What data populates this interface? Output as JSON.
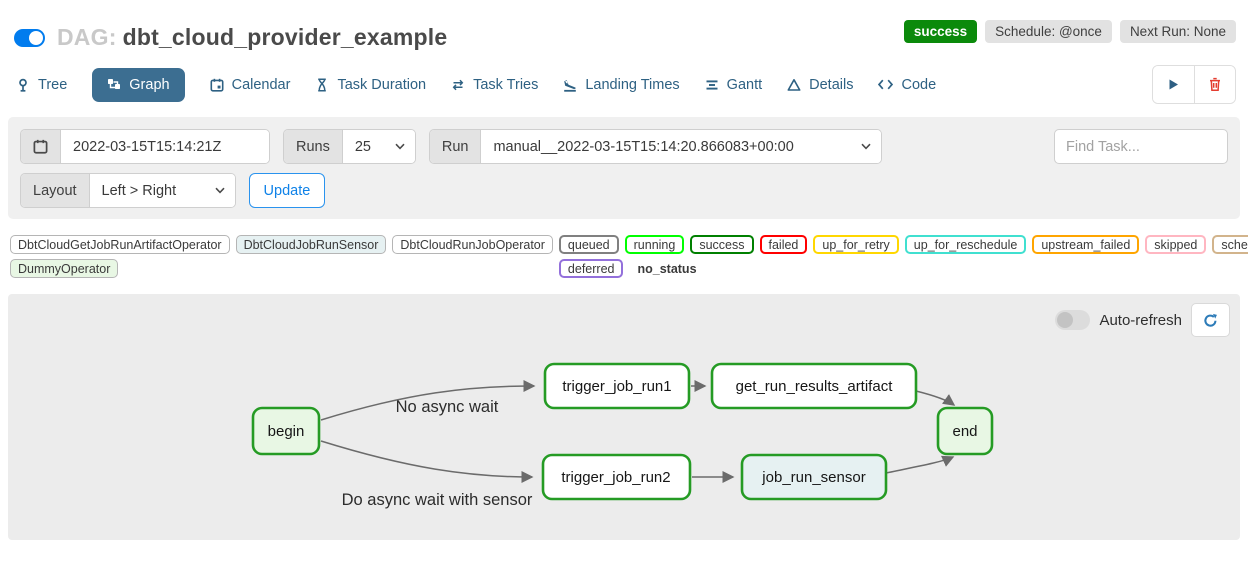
{
  "header": {
    "dag_prefix": "DAG:",
    "dag_title": "dbt_cloud_provider_example",
    "status_badge": "success",
    "schedule_badge": "Schedule: @once",
    "next_run_badge": "Next Run: None"
  },
  "tabs": [
    {
      "label": "Tree",
      "icon": "tree-icon",
      "active": false
    },
    {
      "label": "Graph",
      "icon": "graph-icon",
      "active": true
    },
    {
      "label": "Calendar",
      "icon": "calendar-icon",
      "active": false
    },
    {
      "label": "Task Duration",
      "icon": "hourglass-icon",
      "active": false
    },
    {
      "label": "Task Tries",
      "icon": "repeat-icon",
      "active": false
    },
    {
      "label": "Landing Times",
      "icon": "plane-landing-icon",
      "active": false
    },
    {
      "label": "Gantt",
      "icon": "gantt-icon",
      "active": false
    },
    {
      "label": "Details",
      "icon": "details-icon",
      "active": false
    },
    {
      "label": "Code",
      "icon": "code-icon",
      "active": false
    }
  ],
  "toolbar_icons": [
    "play-icon",
    "trash-icon"
  ],
  "filters": {
    "date_value": "2022-03-15T15:14:21Z",
    "runs_label": "Runs",
    "runs_value": "25",
    "run_label": "Run",
    "run_value": "manual__2022-03-15T15:14:20.866083+00:00",
    "find_task_placeholder": "Find Task...",
    "layout_label": "Layout",
    "layout_value": "Left > Right",
    "update_button": "Update"
  },
  "legend": {
    "operators": [
      {
        "label": "DbtCloudGetJobRunArtifactOperator",
        "bg": "#ffffff"
      },
      {
        "label": "DbtCloudJobRunSensor",
        "bg": "#e6f1f2"
      },
      {
        "label": "DbtCloudRunJobOperator",
        "bg": "#ffffff"
      },
      {
        "label": "DummyOperator",
        "bg": "#e8f7e4"
      }
    ],
    "states": [
      {
        "label": "queued",
        "border": "#808080"
      },
      {
        "label": "running",
        "border": "#00ff00"
      },
      {
        "label": "success",
        "border": "#008000"
      },
      {
        "label": "failed",
        "border": "#ff0000"
      },
      {
        "label": "up_for_retry",
        "border": "#ffd700"
      },
      {
        "label": "up_for_reschedule",
        "border": "#40e0d0"
      },
      {
        "label": "upstream_failed",
        "border": "#ffa500"
      },
      {
        "label": "skipped",
        "border": "#ffb6c1"
      },
      {
        "label": "scheduled",
        "border": "#d2b48c"
      },
      {
        "label": "deferred",
        "border": "#9370db"
      }
    ],
    "no_status_label": "no_status"
  },
  "graph_panel": {
    "auto_refresh_label": "Auto-refresh",
    "node_border": "#259b24",
    "edge_labels": [
      "No async wait",
      "Do async wait with sensor"
    ],
    "nodes": [
      {
        "label": "begin",
        "fill": "#e8f7e4"
      },
      {
        "label": "trigger_job_run1",
        "fill": "#ffffff"
      },
      {
        "label": "get_run_results_artifact",
        "fill": "#ffffff"
      },
      {
        "label": "end",
        "fill": "#e8f7e4"
      },
      {
        "label": "trigger_job_run2",
        "fill": "#ffffff"
      },
      {
        "label": "job_run_sensor",
        "fill": "#e6f1f2"
      }
    ]
  },
  "colors": {
    "accent_blue": "#017cee",
    "active_tab_bg": "#3c6e91",
    "tab_text": "#2e6183",
    "success_badge_green": "#0b8a0b",
    "node_border_green": "#259b24",
    "sensor_fill": "#e6f1f2",
    "dummy_fill": "#e8f7e4",
    "trash_red": "#e43d30",
    "filterbar_bg": "#f0f0f0",
    "graph_bg": "#ececec"
  }
}
